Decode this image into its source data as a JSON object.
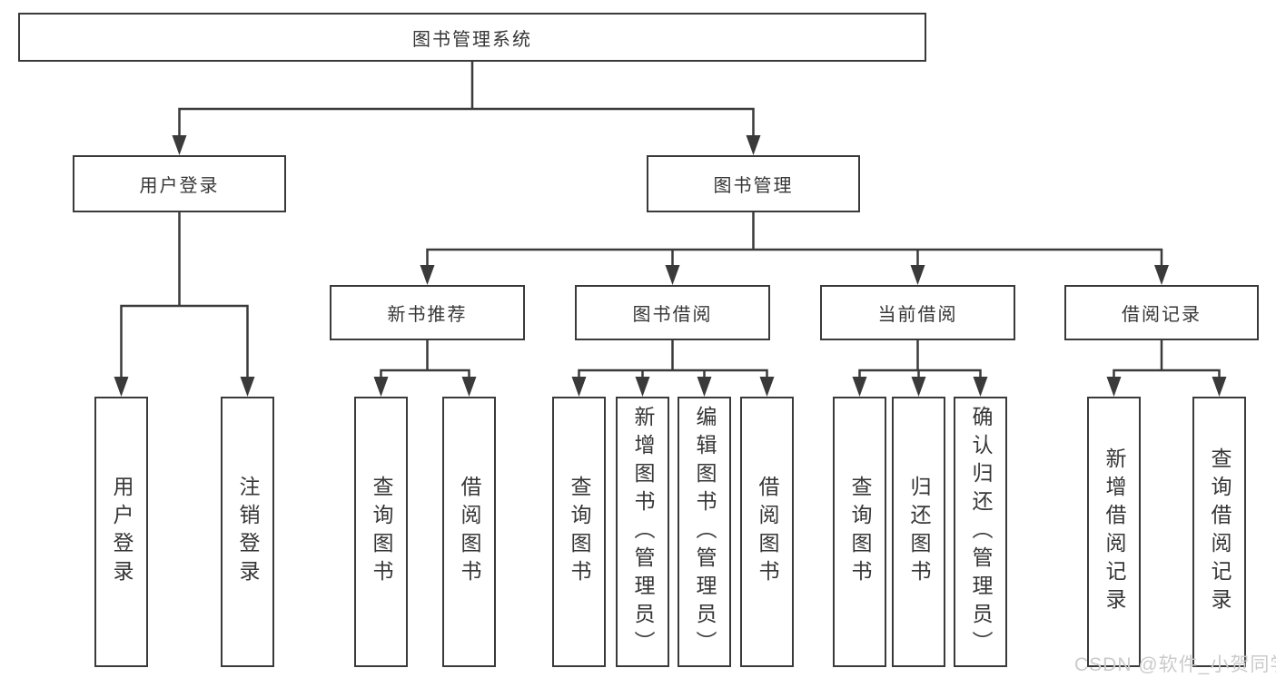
{
  "tree": {
    "label": "图书管理系统",
    "children": [
      {
        "label": "用户登录",
        "children": [
          {
            "label": "用户登录"
          },
          {
            "label": "注销登录"
          }
        ]
      },
      {
        "label": "图书管理",
        "children": [
          {
            "label": "新书推荐",
            "children": [
              {
                "label": "查询图书"
              },
              {
                "label": "借阅图书"
              }
            ]
          },
          {
            "label": "图书借阅",
            "children": [
              {
                "label": "查询图书"
              },
              {
                "label": "新增图书（管理员）"
              },
              {
                "label": "编辑图书（管理员）"
              },
              {
                "label": "借阅图书"
              }
            ]
          },
          {
            "label": "当前借阅",
            "children": [
              {
                "label": "查询图书"
              },
              {
                "label": "归还图书"
              },
              {
                "label": "确认归还（管理员）"
              }
            ]
          },
          {
            "label": "借阅记录",
            "children": [
              {
                "label": "新增借阅记录"
              },
              {
                "label": "查询借阅记录"
              }
            ]
          }
        ]
      }
    ]
  },
  "watermark": "CSDN @软件_小贺同学",
  "colors": {
    "line": "#3a3a3a",
    "text": "#363636",
    "background": "#ffffff",
    "watermark": "#cbcbcb"
  }
}
